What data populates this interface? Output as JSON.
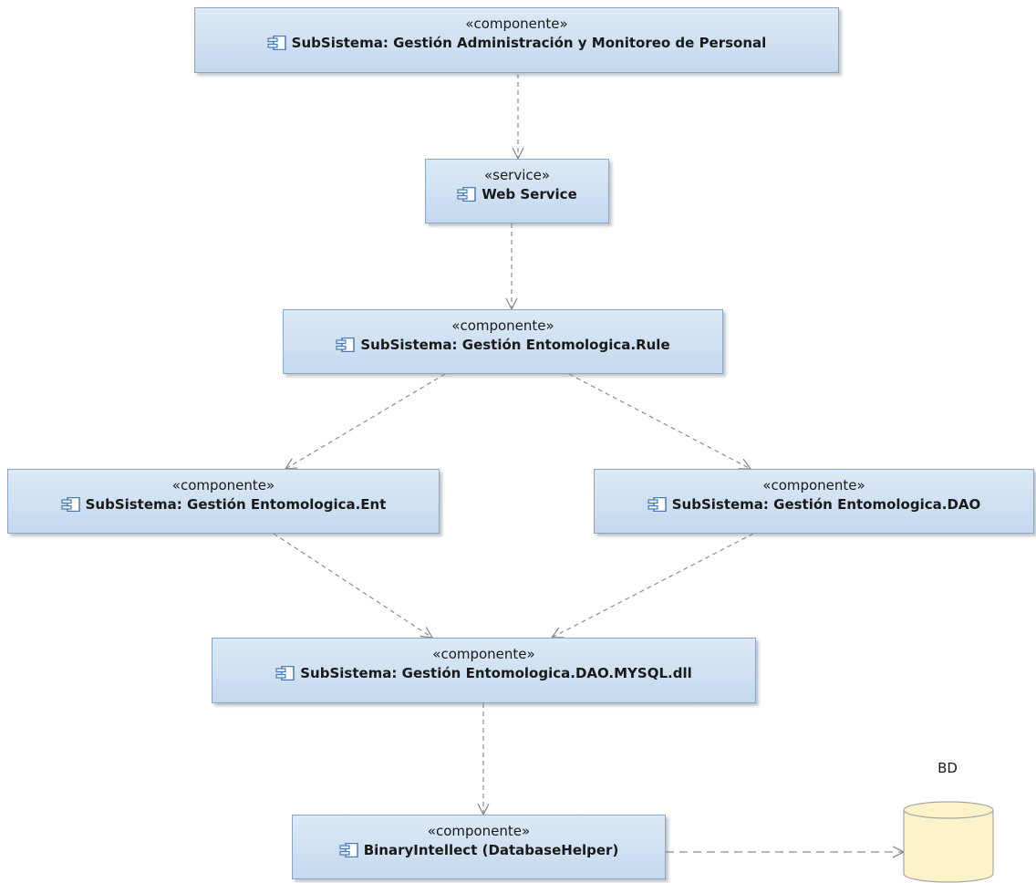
{
  "diagram": {
    "nodes": {
      "admin": {
        "stereotype": "«componente»",
        "title": "SubSistema: Gestión Administración y Monitoreo de Personal"
      },
      "web": {
        "stereotype": "«service»",
        "title": "Web Service"
      },
      "rule": {
        "stereotype": "«componente»",
        "title": "SubSistema: Gestión Entomologica.Rule"
      },
      "ent": {
        "stereotype": "«componente»",
        "title": "SubSistema: Gestión Entomologica.Ent"
      },
      "dao": {
        "stereotype": "«componente»",
        "title": "SubSistema: Gestión Entomologica.DAO"
      },
      "mysql": {
        "stereotype": "«componente»",
        "title": "SubSistema: Gestión Entomologica.DAO.MYSQL.dll"
      },
      "helper": {
        "stereotype": "«componente»",
        "title": "BinaryIntellect (DatabaseHelper)"
      },
      "db": {
        "label": "BD"
      }
    },
    "icon": "component-icon",
    "colors": {
      "node_fill_top": "#dce9f6",
      "node_fill_bottom": "#c4d9ee",
      "node_border": "#8aa6c3",
      "edge": "#8c8c8c",
      "db_fill": "#fcf3c8",
      "db_border": "#a8a8a8"
    }
  }
}
